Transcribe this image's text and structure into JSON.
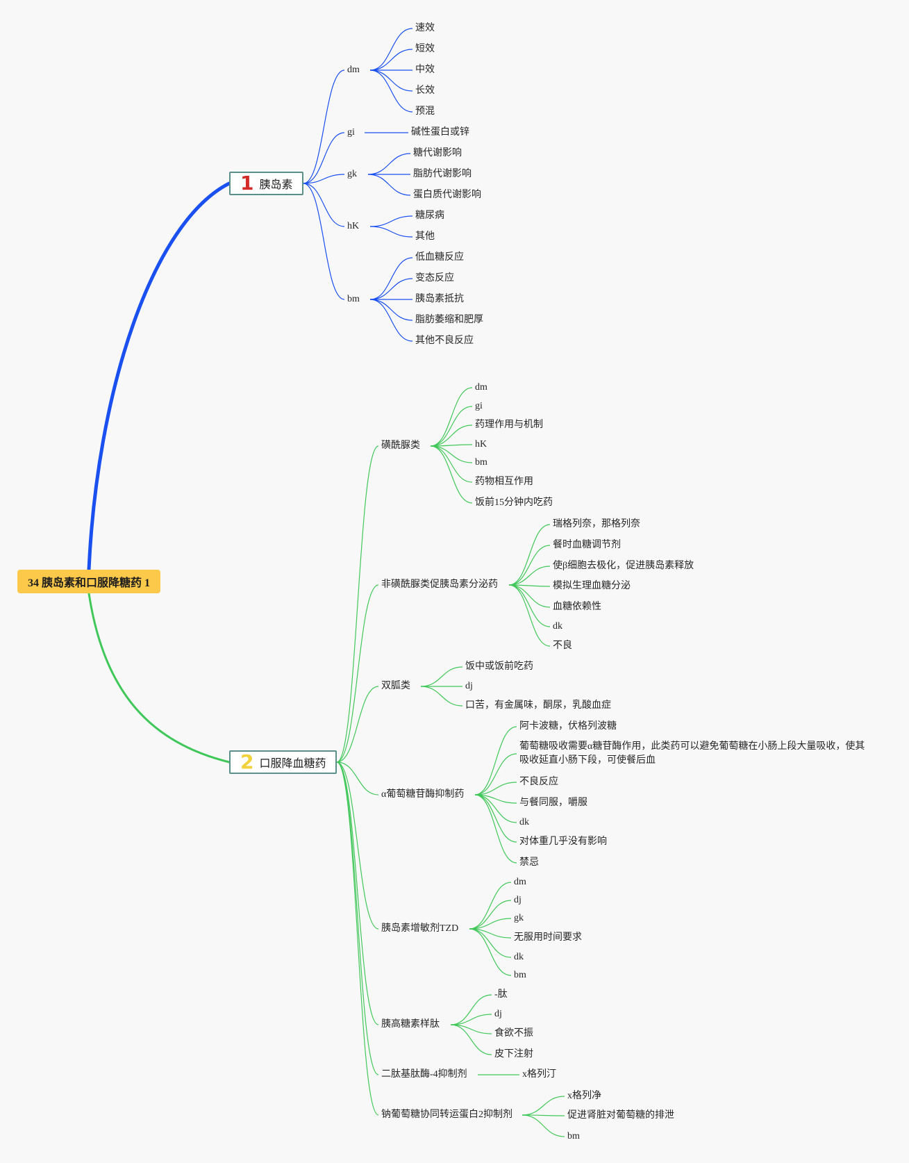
{
  "root": {
    "title": "34 胰岛素和口服降糖药 1"
  },
  "colors": {
    "blue_branch": "#1a4ff0",
    "green_branch": "#40c759",
    "node_border": "#5b8f8a",
    "root_bg": "#fcc94a"
  },
  "b1": {
    "num": "1",
    "num_color": "#d42a2a",
    "label": "胰岛素",
    "subs": [
      {
        "label": "dm",
        "leaves": [
          "速效",
          "短效",
          "中效",
          "长效",
          "预混"
        ]
      },
      {
        "label": "gi",
        "leaves": [
          "碱性蛋白或锌"
        ]
      },
      {
        "label": "gk",
        "leaves": [
          "糖代谢影响",
          "脂肪代谢影响",
          "蛋白质代谢影响"
        ]
      },
      {
        "label": "hK",
        "leaves": [
          "糖尿病",
          "其他"
        ]
      },
      {
        "label": "bm",
        "leaves": [
          "低血糖反应",
          "变态反应",
          "胰岛素抵抗",
          "脂肪萎缩和肥厚",
          "其他不良反应"
        ]
      }
    ]
  },
  "b2": {
    "num": "2",
    "num_color": "#f2d23c",
    "label": "口服降血糖药",
    "subs": [
      {
        "label": "磺酰脲类",
        "leaves": [
          "dm",
          "gi",
          "药理作用与机制",
          "hK",
          "bm",
          "药物相互作用",
          "饭前15分钟内吃药"
        ]
      },
      {
        "label": "非磺酰脲类促胰岛素分泌药",
        "leaves": [
          "瑞格列奈，那格列奈",
          "餐时血糖调节剂",
          "使β细胞去极化，促进胰岛素释放",
          "模拟生理血糖分泌",
          "血糖依赖性",
          "dk",
          "不良"
        ]
      },
      {
        "label": "双胍类",
        "leaves": [
          "饭中或饭前吃药",
          "dj",
          "口苦，有金属味，酮尿，乳酸血症"
        ]
      },
      {
        "label": "α葡萄糖苷酶抑制药",
        "leaves": [
          "阿卡波糖，伏格列波糖",
          "葡萄糖吸收需要α糖苷酶作用，此类药可以避免葡萄糖在小肠上段大量吸收，使其吸收延直小肠下段，可使餐后血",
          "不良反应",
          "与餐同服，嚼服",
          "dk",
          "对体重几乎没有影响",
          "禁忌"
        ]
      },
      {
        "label": "胰岛素增敏剂TZD",
        "leaves": [
          "dm",
          "dj",
          "gk",
          "无服用时间要求",
          "dk",
          "bm"
        ]
      },
      {
        "label": "胰高糖素样肽",
        "leaves": [
          "-肽",
          "dj",
          "食欲不振",
          "皮下注射"
        ]
      },
      {
        "label": "二肽基肽酶-4抑制剂",
        "leaves": [
          "x格列汀"
        ]
      },
      {
        "label": "钠葡萄糖协同转运蛋白2抑制剂",
        "leaves": [
          "x格列净",
          "促进肾脏对葡萄糖的排泄",
          "bm"
        ]
      }
    ]
  }
}
